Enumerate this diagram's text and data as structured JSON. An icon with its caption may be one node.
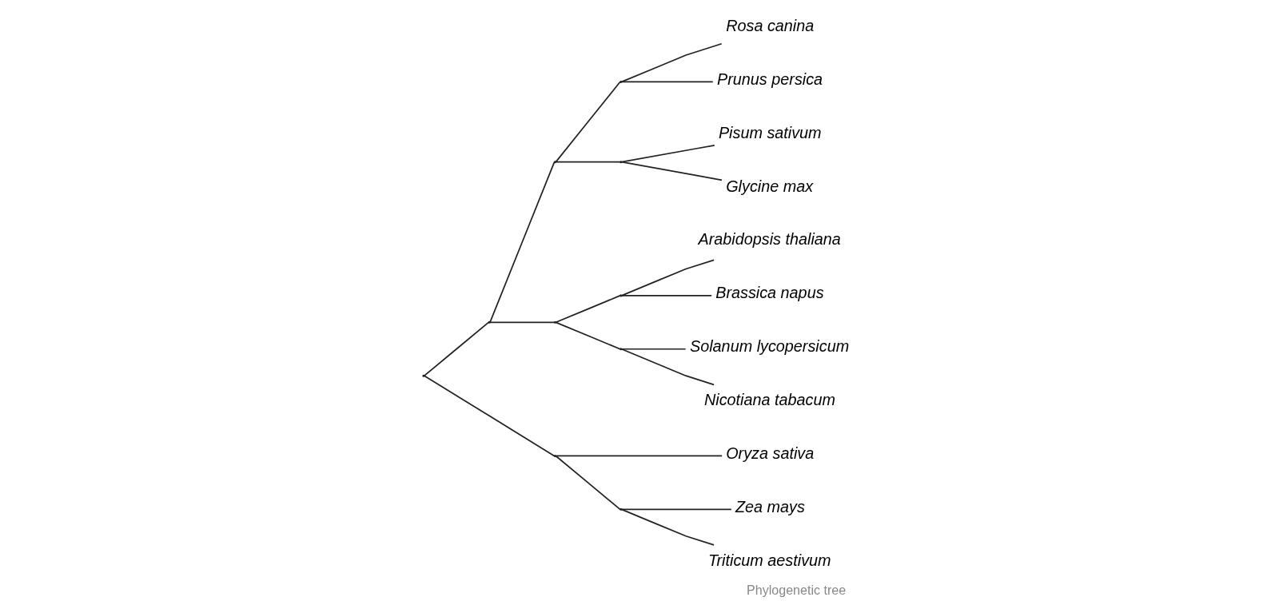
{
  "diagram": {
    "caption": "Phylogenetic tree",
    "nodes": [
      {
        "text": [],
        "shape": "point"
      },
      {
        "text": [],
        "shape": "point"
      },
      {
        "text": [],
        "shape": "point"
      },
      {
        "text": [],
        "shape": "point"
      },
      {
        "text": [
          "Rosa canina"
        ]
      },
      {
        "text": [
          "Prunus persica"
        ]
      },
      {
        "text": [],
        "shape": "point"
      },
      {
        "text": [
          "Pisum sativum"
        ]
      },
      {
        "text": [
          "Glycine max"
        ]
      },
      {
        "text": [],
        "shape": "point"
      },
      {
        "text": [],
        "shape": "point"
      },
      {
        "text": [
          "Arabidopsis thaliana"
        ]
      },
      {
        "text": [
          "Brassica napus"
        ]
      },
      {
        "text": [],
        "shape": "point"
      },
      {
        "text": [
          "Solanum lycopersicum"
        ]
      },
      {
        "text": [
          "Nicotiana tabacum"
        ]
      },
      {
        "text": [],
        "shape": "point"
      },
      {
        "text": [
          "Oryza sativa"
        ]
      },
      {
        "text": [],
        "shape": "point"
      },
      {
        "text": [
          "Zea mays"
        ]
      },
      {
        "text": [
          "Triticum aestivum"
        ]
      }
    ],
    "edges": [
      {
        "from": 0,
        "to": 1,
        "arrow": "none"
      },
      {
        "from": 0,
        "to": 16,
        "arrow": "none"
      },
      {
        "from": 1,
        "to": 2,
        "arrow": "none"
      },
      {
        "from": 1,
        "to": 9,
        "arrow": "none"
      },
      {
        "from": 2,
        "to": 3,
        "arrow": "none"
      },
      {
        "from": 2,
        "to": 6,
        "arrow": "none"
      },
      {
        "from": 3,
        "to": 4,
        "arrow": "none"
      },
      {
        "from": 3,
        "to": 5,
        "arrow": "none"
      },
      {
        "from": 6,
        "to": 7,
        "arrow": "none"
      },
      {
        "from": 6,
        "to": 8,
        "arrow": "none"
      },
      {
        "from": 9,
        "to": 10,
        "arrow": "none"
      },
      {
        "from": 9,
        "to": 13,
        "arrow": "none"
      },
      {
        "from": 10,
        "to": 11,
        "arrow": "none"
      },
      {
        "from": 10,
        "to": 12,
        "arrow": "none"
      },
      {
        "from": 13,
        "to": 14,
        "arrow": "none"
      },
      {
        "from": 13,
        "to": 15,
        "arrow": "none"
      },
      {
        "from": 16,
        "to": 17,
        "arrow": "none"
      },
      {
        "from": 16,
        "to": 18,
        "arrow": "none"
      },
      {
        "from": 18,
        "to": 19,
        "arrow": "none"
      },
      {
        "from": 18,
        "to": 20,
        "arrow": "none"
      }
    ]
  }
}
